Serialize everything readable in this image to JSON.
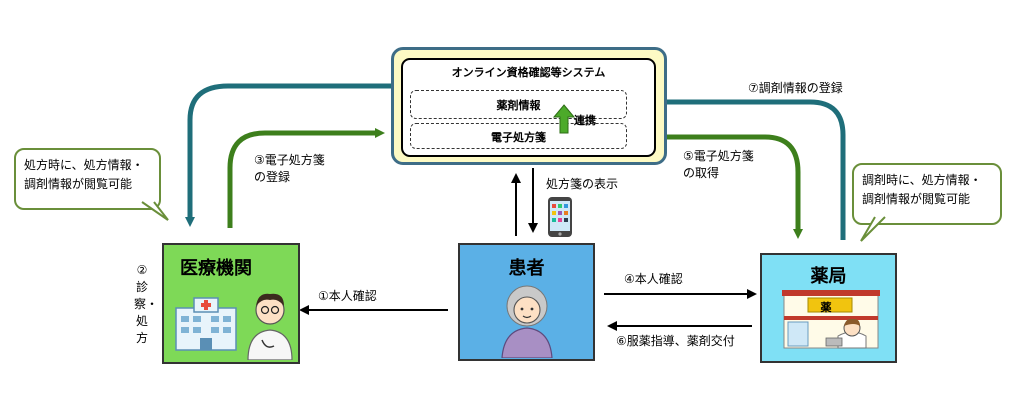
{
  "system": {
    "title": "オンライン資格確認等システム",
    "box_medicine": "薬剤情報",
    "box_prescription": "電子処方箋",
    "link_label": "連携"
  },
  "nodes": {
    "hospital": "医療機関",
    "patient": "患者",
    "pharmacy": "薬局"
  },
  "bubbles": {
    "hospital": "処方時に、処方情報・\n調剤情報が閲覧可能",
    "pharmacy": "調剤時に、処方情報・\n調剤情報が閲覧可能"
  },
  "steps": {
    "s1": "①本人確認",
    "s2": "②診察・処方",
    "s3": "③電子処方箋\nの登録",
    "s4": "④本人確認",
    "s5": "⑤電子処方箋\nの取得",
    "s6": "⑥服薬指導、薬剤交付",
    "s7": "⑦調剤情報の登録",
    "display": "処方箋の表示"
  },
  "store_sign": "薬",
  "colors": {
    "teal_arrow": "#1f6e7a",
    "green_arrow": "#3d7f1c",
    "hospital_bg": "#7ed957",
    "patient_bg": "#5bb0e6",
    "pharmacy_bg": "#7fe0f5",
    "system_bg": "#fdfac4",
    "bubble_border": "#6a8f3a"
  }
}
